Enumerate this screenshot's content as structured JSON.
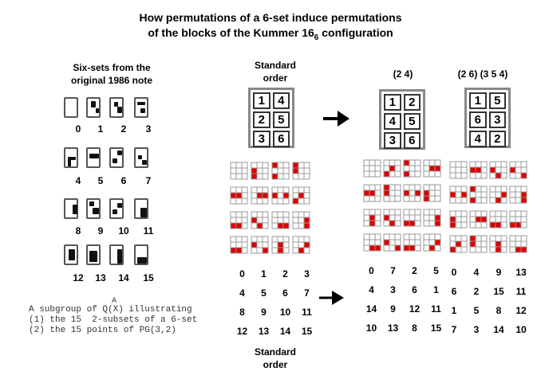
{
  "title_line1": "How permutations of a 6-set induce permutations",
  "title_line2_a": "of the blocks of the Kummer 16",
  "title_line2_sub": "6",
  "title_line2_b": " configuration",
  "left": {
    "heading_line1": "Six-sets from the",
    "heading_line2": "original 1986 note",
    "numbers": [
      "0",
      "1",
      "2",
      "3",
      "4",
      "5",
      "6",
      "7",
      "8",
      "9",
      "10",
      "11",
      "12",
      "13",
      "14",
      "15"
    ],
    "caption_mark": "A",
    "caption": [
      "A subgroup of Q(X) illustrating",
      "(1) the 15  2-subsets of a 6-set",
      "(2) the 15 points of PG(3,2)"
    ]
  },
  "standard_order_top": [
    "Standard",
    "order"
  ],
  "standard_order_bottom": [
    "Standard",
    "order"
  ],
  "perm1_label": "(2 4)",
  "perm2_label": "(2 6) (3 5 4)",
  "box_standard": [
    "1",
    "4",
    "2",
    "5",
    "3",
    "6"
  ],
  "box_perm1": [
    "1",
    "2",
    "4",
    "5",
    "3",
    "6"
  ],
  "box_perm2": [
    "1",
    "5",
    "6",
    "3",
    "4",
    "2"
  ],
  "numbers_standard": [
    "0",
    "1",
    "2",
    "3",
    "4",
    "5",
    "6",
    "7",
    "8",
    "9",
    "10",
    "11",
    "12",
    "13",
    "14",
    "15"
  ],
  "numbers_perm1": [
    "0",
    "7",
    "2",
    "5",
    "4",
    "3",
    "6",
    "1",
    "14",
    "9",
    "12",
    "11",
    "10",
    "13",
    "8",
    "15"
  ],
  "numbers_perm2": [
    "0",
    "4",
    "9",
    "13",
    "6",
    "2",
    "15",
    "11",
    "1",
    "5",
    "8",
    "12",
    "7",
    "3",
    "14",
    "10"
  ],
  "colors": {
    "red": "#dd0000",
    "cell_border": "#999999",
    "box_border": "#888888"
  }
}
